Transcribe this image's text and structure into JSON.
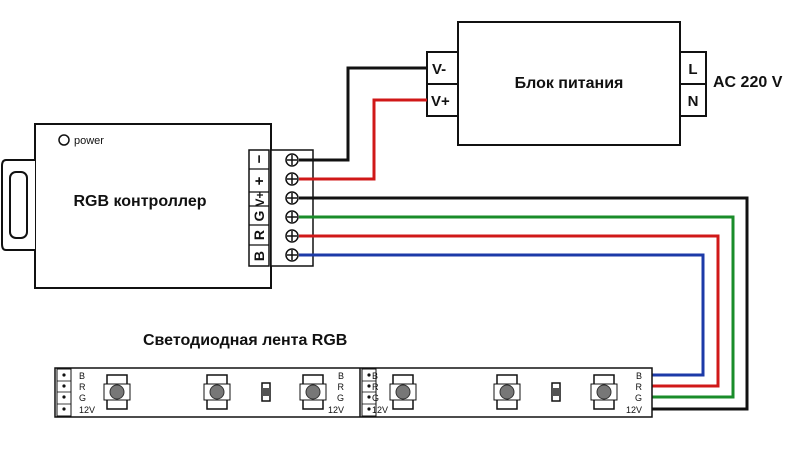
{
  "controller": {
    "title": "RGB контроллер",
    "power_label": "power",
    "terminals": [
      "−",
      "+",
      "V+",
      "G",
      "R",
      "B"
    ]
  },
  "psu": {
    "title": "Блок питания",
    "out_labels": [
      "V-",
      "V+"
    ],
    "in_labels": [
      "L",
      "N"
    ],
    "ac_label": "AC 220 V"
  },
  "strip": {
    "title": "Светодиодная лента RGB",
    "pad_labels": [
      "B",
      "R",
      "G",
      "12V"
    ]
  },
  "colors": {
    "black": "#111111",
    "red": "#d01818",
    "green": "#1a8c2a",
    "blue": "#1c3aa8"
  }
}
